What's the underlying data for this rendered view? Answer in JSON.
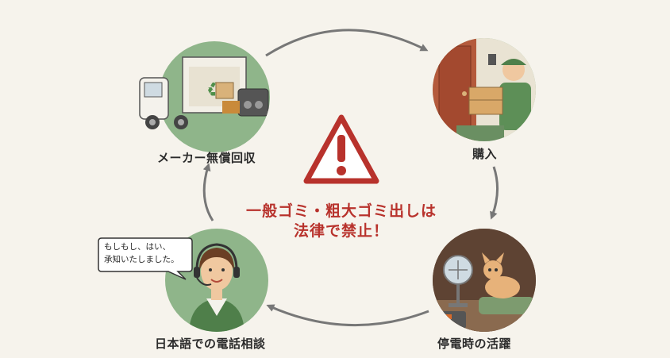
{
  "steps": {
    "purchase": {
      "label": "購入"
    },
    "blackout": {
      "label": "停電時の活躍"
    },
    "support": {
      "label": "日本語での電話相談",
      "speech_line1": "もしもし、はい、",
      "speech_line2": "承知いたしました。"
    },
    "recycle": {
      "label": "メーカー無償回収"
    }
  },
  "warning": {
    "line1": "一般ゴミ・粗大ゴミ出しは",
    "line2": "法律で禁止！",
    "icon": "warning-triangle-icon"
  },
  "colors": {
    "background": "#f6f3ec",
    "circle_green": "#8fb58a",
    "warning_red": "#b8322c",
    "arrow": "#777777"
  }
}
